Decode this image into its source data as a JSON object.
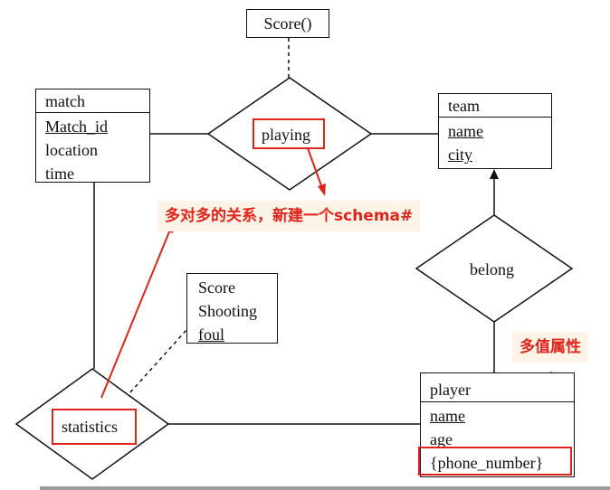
{
  "score_method": "Score()",
  "entities": {
    "match": {
      "title": "match",
      "attrs": [
        "Match_id",
        "location",
        "time"
      ]
    },
    "team": {
      "title": "team",
      "attrs": [
        "name",
        "city"
      ]
    },
    "player": {
      "title": "player",
      "attrs": [
        "name",
        "age",
        "{phone_number}"
      ]
    }
  },
  "relationships": {
    "playing": "playing",
    "belong": "belong",
    "statistics": "statistics"
  },
  "statistics_attrs": [
    "Score",
    "Shooting",
    "foul"
  ],
  "annotations": {
    "many_to_many": "多对多的关系，新建一个schema#",
    "multivalued": "多值属性"
  },
  "colors": {
    "annotation": "#e0241b",
    "note_bg": "#fdf3e6"
  }
}
